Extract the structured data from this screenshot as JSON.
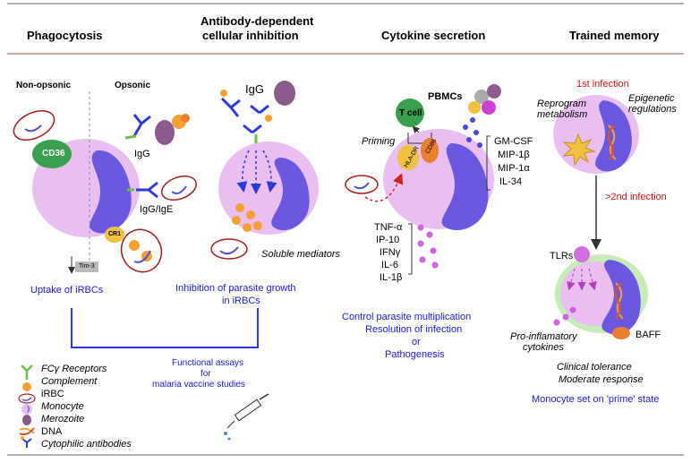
{
  "headers": {
    "phagocytosis": "Phagocytosis",
    "adci_line1": "Antibody-dependent",
    "adci_line2": "cellular inhibition",
    "cytokine": "Cytokine secretion",
    "trained": "Trained memory"
  },
  "phagocytosis": {
    "non_opsonic": "Non-opsonic",
    "opsonic": "Opsonic",
    "cd36": "CD36",
    "igg": "IgG",
    "igg_ige": "IgG/IgE",
    "cr1": "CR1",
    "tim3": "Tim-3",
    "uptake": "Uptake of iRBCs"
  },
  "adci": {
    "igg": "IgG",
    "soluble": "Soluble mediators",
    "inhibition_line1": "Inhibition of parasite growth",
    "inhibition_line2": "in iRBCs"
  },
  "cytokine": {
    "pbmcs": "PBMCs",
    "tcell": "T cell",
    "priming": "Priming",
    "cd86": "CD86",
    "hladr": "HLA-DR",
    "right_list": [
      "GM-CSF",
      "MIP-1β",
      "MIP-1α",
      "IL-34"
    ],
    "left_list": [
      "TNF-α",
      "IP-10",
      "IFNγ",
      "IL-6",
      "IL-1β"
    ],
    "outcome": [
      "Control parasite multiplication",
      "Resolution of infection",
      "or",
      "Pathogenesis"
    ]
  },
  "trained": {
    "first": "1st infection",
    "reprogram_line1": "Reprogram",
    "reprogram_line2": "metabolism",
    "epigenetic_line1": "Epigenetic",
    "epigenetic_line2": "regulations",
    "second": ">2nd infection",
    "tlrs": "TLRs",
    "baff": "BAFF",
    "proinflam_line1": "Pro-inflamatory",
    "proinflam_line2": "cytokines",
    "clinical": "Clinical tolerance",
    "moderate": "Moderate response",
    "prime": "Monocyte set on 'prime' state"
  },
  "functional": [
    "Functional assays",
    "for",
    "malaria vaccine studies"
  ],
  "legend": [
    {
      "icon": "fc-receptor",
      "label": "FCγ Receptors"
    },
    {
      "icon": "complement",
      "label": "Complement"
    },
    {
      "icon": "irbc",
      "label": "iRBC"
    },
    {
      "icon": "monocyte",
      "label": "Monocyte"
    },
    {
      "icon": "merozoite",
      "label": "Merozoite"
    },
    {
      "icon": "dna",
      "label": "DNA"
    },
    {
      "icon": "cytophilic-antibody",
      "label": "Cytophilic antibodies"
    }
  ],
  "colors": {
    "cell": "#e8bff0",
    "nucleus": "#6a58e0",
    "blue_text": "#1a1ad6",
    "red_text": "#e01010",
    "rule": "#a05a5a",
    "merozoite": "#8c5a8c",
    "complement": "#f5a030",
    "trained_bg": "#c8ecb8"
  }
}
